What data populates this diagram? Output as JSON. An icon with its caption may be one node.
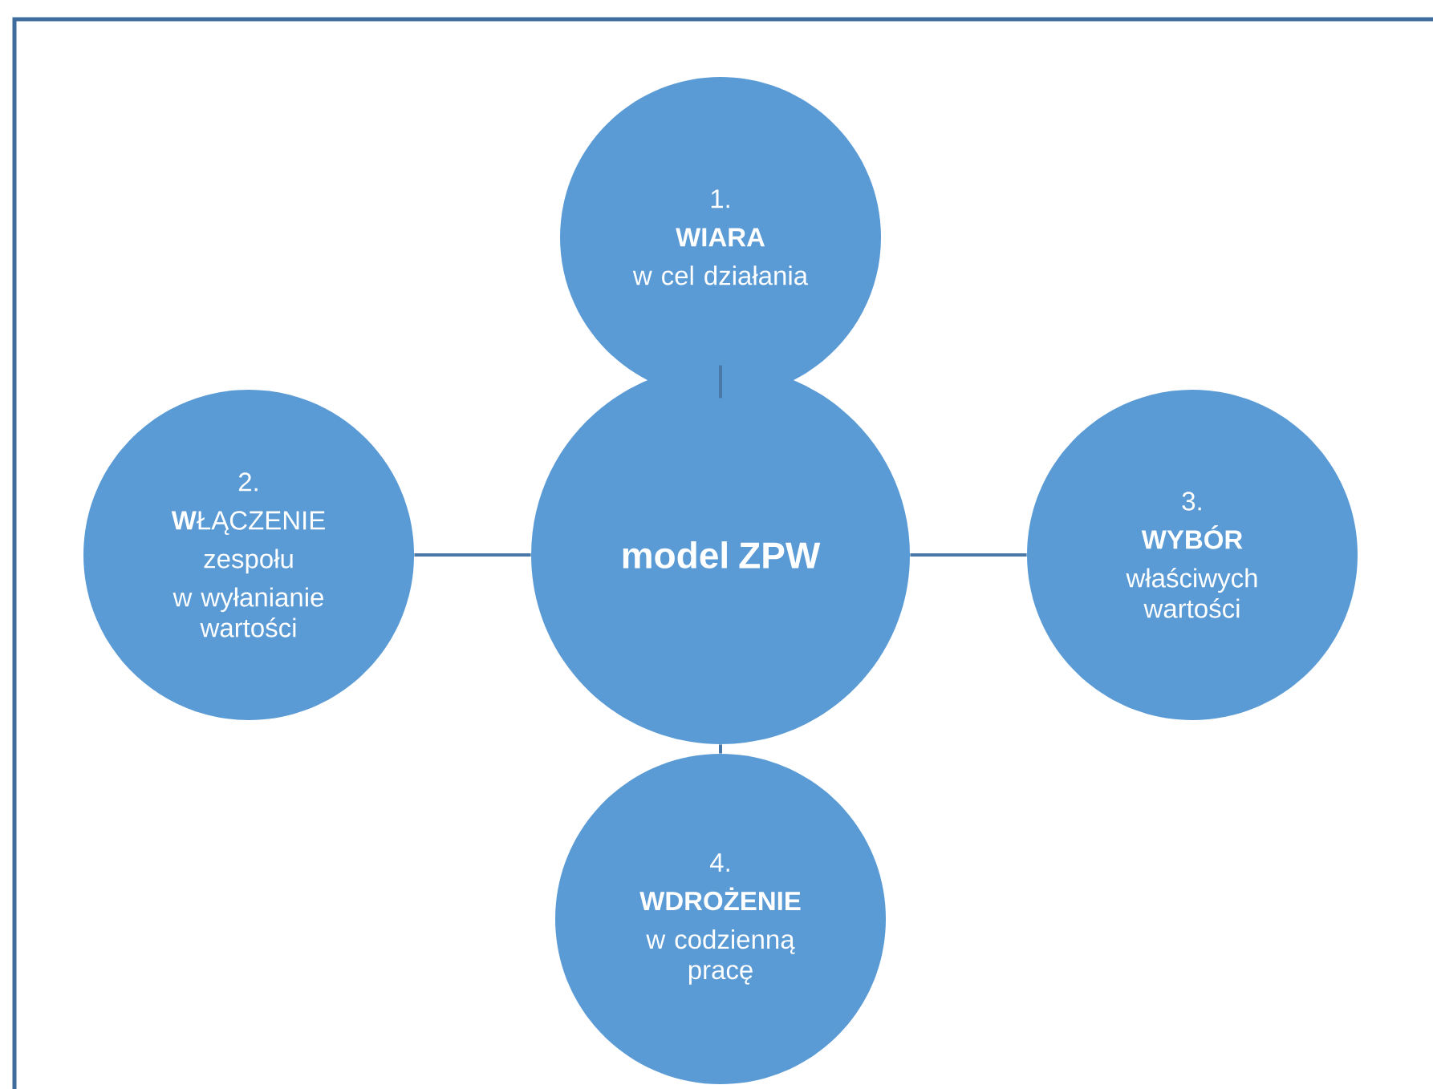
{
  "diagram": {
    "nodes": [
      {
        "text": [
          "1.",
          "WIARA",
          "w cel działania"
        ]
      },
      {
        "text": [
          "2.",
          "**W**ŁĄCZENIE",
          "zespołu",
          "w wyłanianie wartości"
        ]
      },
      {
        "text": [
          "model ZPW"
        ]
      },
      {
        "text": [
          "3.",
          "WYBÓR",
          "właściwych wartości"
        ]
      },
      {
        "text": [
          "4.",
          "WDROŻENIE",
          "w codzienną pracę"
        ]
      }
    ],
    "edges": [
      {
        "from": 2,
        "to": 0,
        "arrow": "none"
      },
      {
        "from": 2,
        "to": 1,
        "arrow": "none"
      },
      {
        "from": 2,
        "to": 3,
        "arrow": "none"
      },
      {
        "from": 2,
        "to": 4,
        "arrow": "none"
      }
    ]
  }
}
